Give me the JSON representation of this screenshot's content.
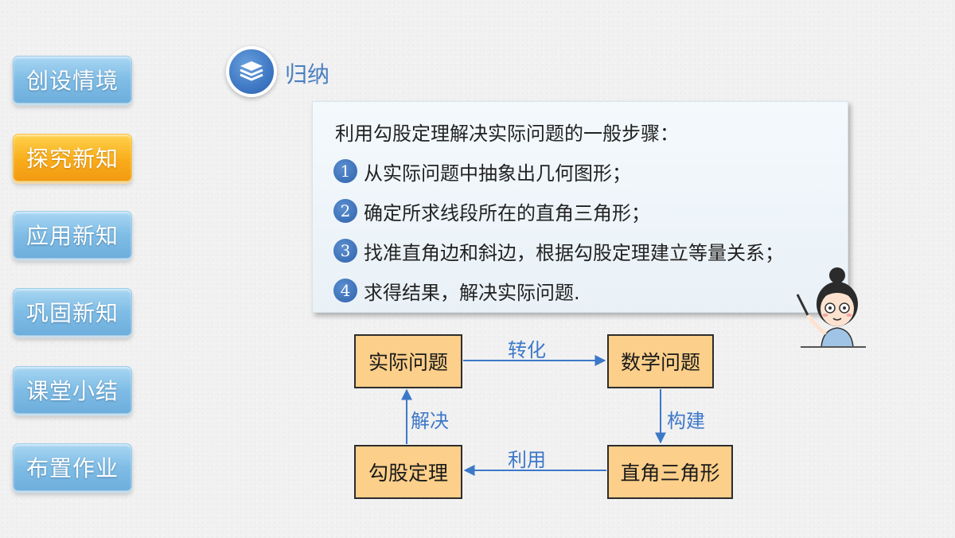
{
  "nav": {
    "items": [
      {
        "label": "创设情境",
        "active": false
      },
      {
        "label": "探究新知",
        "active": true
      },
      {
        "label": "应用新知",
        "active": false
      },
      {
        "label": "巩固新知",
        "active": false
      },
      {
        "label": "课堂小结",
        "active": false
      },
      {
        "label": "布置作业",
        "active": false
      }
    ]
  },
  "section": {
    "title": "归纳",
    "icon": "stack-layers-icon"
  },
  "summary": {
    "title": "利用勾股定理解决实际问题的一般步骤：",
    "steps": [
      {
        "num": "1",
        "text": "从实际问题中抽象出几何图形；"
      },
      {
        "num": "2",
        "text": "确定所求线段所在的直角三角形；"
      },
      {
        "num": "3",
        "text": "找准直角边和斜边，根据勾股定理建立等量关系；"
      },
      {
        "num": "4",
        "text": "求得结果，解决实际问题."
      }
    ]
  },
  "flow": {
    "boxes": {
      "real_problem": "实际问题",
      "math_problem": "数学问题",
      "right_triangle": "直角三角形",
      "pythagorean": "勾股定理"
    },
    "arrows": {
      "transform": "转化",
      "construct": "构建",
      "use": "利用",
      "solve": "解决"
    }
  },
  "colors": {
    "nav_blue": "#7fbde6",
    "nav_active": "#f9ad1b",
    "accent_blue": "#3d78c8",
    "flow_box": "#fccf8a"
  },
  "teacher_icon": "teacher-with-pointer-icon"
}
